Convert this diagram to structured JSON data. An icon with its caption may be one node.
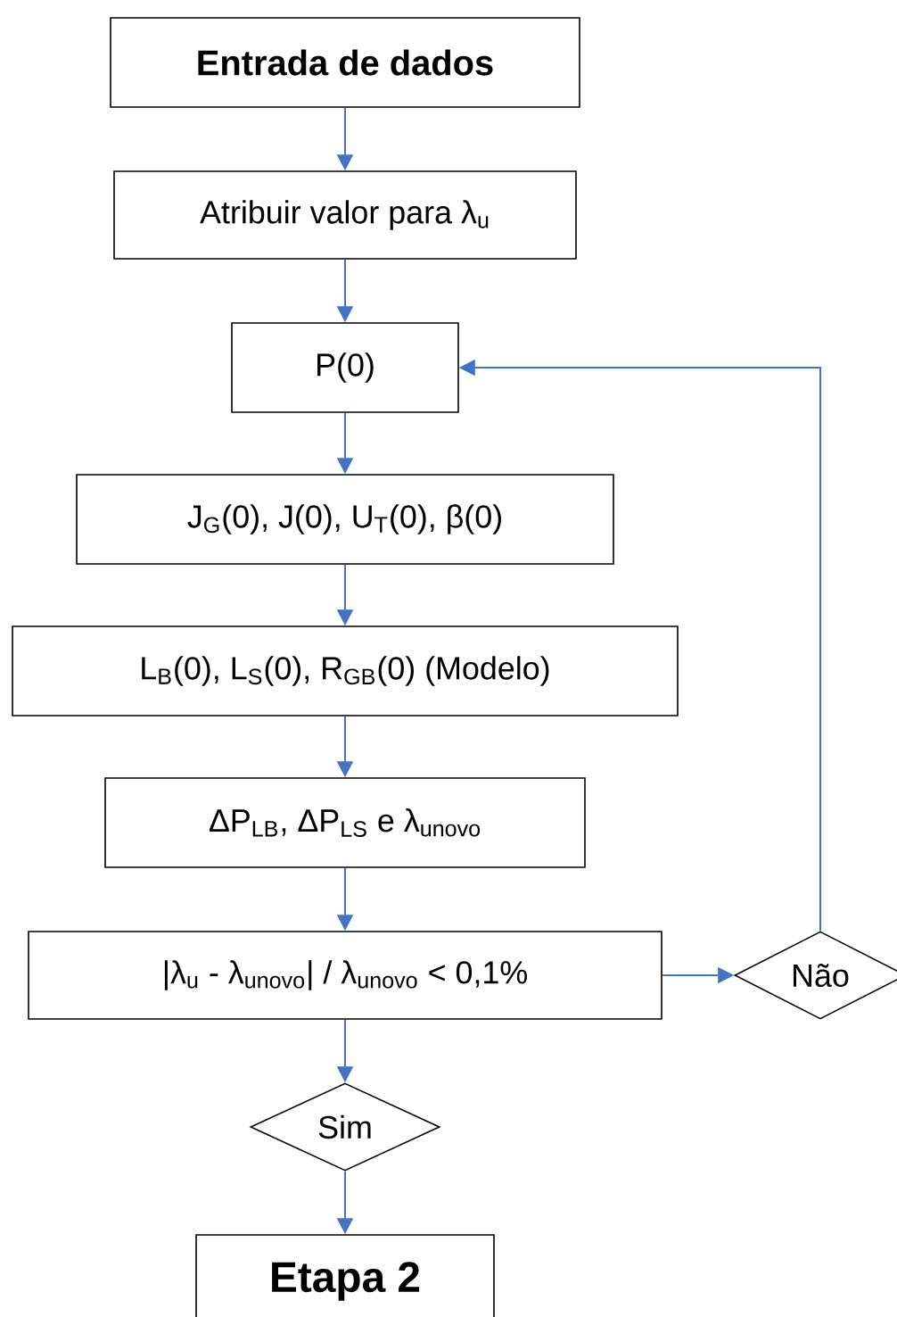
{
  "diagram": {
    "nodes": [
      {
        "text": [
          "Entrada de dados"
        ]
      },
      {
        "text": [
          "Atribuir valor para λ$_{u}$"
        ]
      },
      {
        "text": [
          "P(0)"
        ]
      },
      {
        "text": [
          "J$_{G}$(0), J(0), U$_{T}$(0), β(0)"
        ]
      },
      {
        "text": [
          "L$_{B}$(0), L$_{S}$(0), R$_{GB}$(0) (Modelo)"
        ]
      },
      {
        "text": [
          "ΔP$_{LB}$, ΔP$_{LS}$ e  λ$_{unovo}$"
        ]
      },
      {
        "text": [
          "|λ$_{u}$ - λ$_{unovo}$| / λ$_{unovo}$ < 0,1%"
        ]
      },
      {
        "text": [
          "Não"
        ]
      },
      {
        "text": [
          "Sim"
        ]
      },
      {
        "text": [
          "Etapa 2"
        ]
      }
    ],
    "edges": [
      {
        "from": 0,
        "to": 1,
        "arrow": "to"
      },
      {
        "from": 1,
        "to": 2,
        "arrow": "to"
      },
      {
        "from": 2,
        "to": 3,
        "arrow": "to"
      },
      {
        "from": 3,
        "to": 4,
        "arrow": "to"
      },
      {
        "from": 4,
        "to": 5,
        "arrow": "to"
      },
      {
        "from": 5,
        "to": 6,
        "arrow": "to"
      },
      {
        "from": 6,
        "to": 7,
        "arrow": "to"
      },
      {
        "from": 6,
        "to": 8,
        "arrow": "to"
      },
      {
        "from": 8,
        "to": 9,
        "arrow": "to"
      },
      {
        "from": 7,
        "to": 2,
        "arrow": "to"
      }
    ]
  }
}
